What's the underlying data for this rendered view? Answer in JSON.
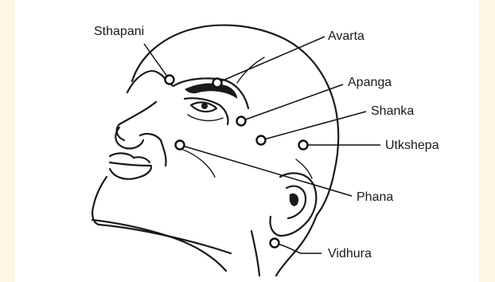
{
  "colors": {
    "background": "#fdf6e2",
    "panel": "#ffffff",
    "ink": "#1a1a1a"
  },
  "points": [
    {
      "id": "sthapani",
      "label": "Sthapani"
    },
    {
      "id": "avarta",
      "label": "Avarta"
    },
    {
      "id": "apanga",
      "label": "Apanga"
    },
    {
      "id": "shanka",
      "label": "Shanka"
    },
    {
      "id": "utkshepa",
      "label": "Utkshepa"
    },
    {
      "id": "phana",
      "label": "Phana"
    },
    {
      "id": "vidhura",
      "label": "Vidhura"
    }
  ]
}
